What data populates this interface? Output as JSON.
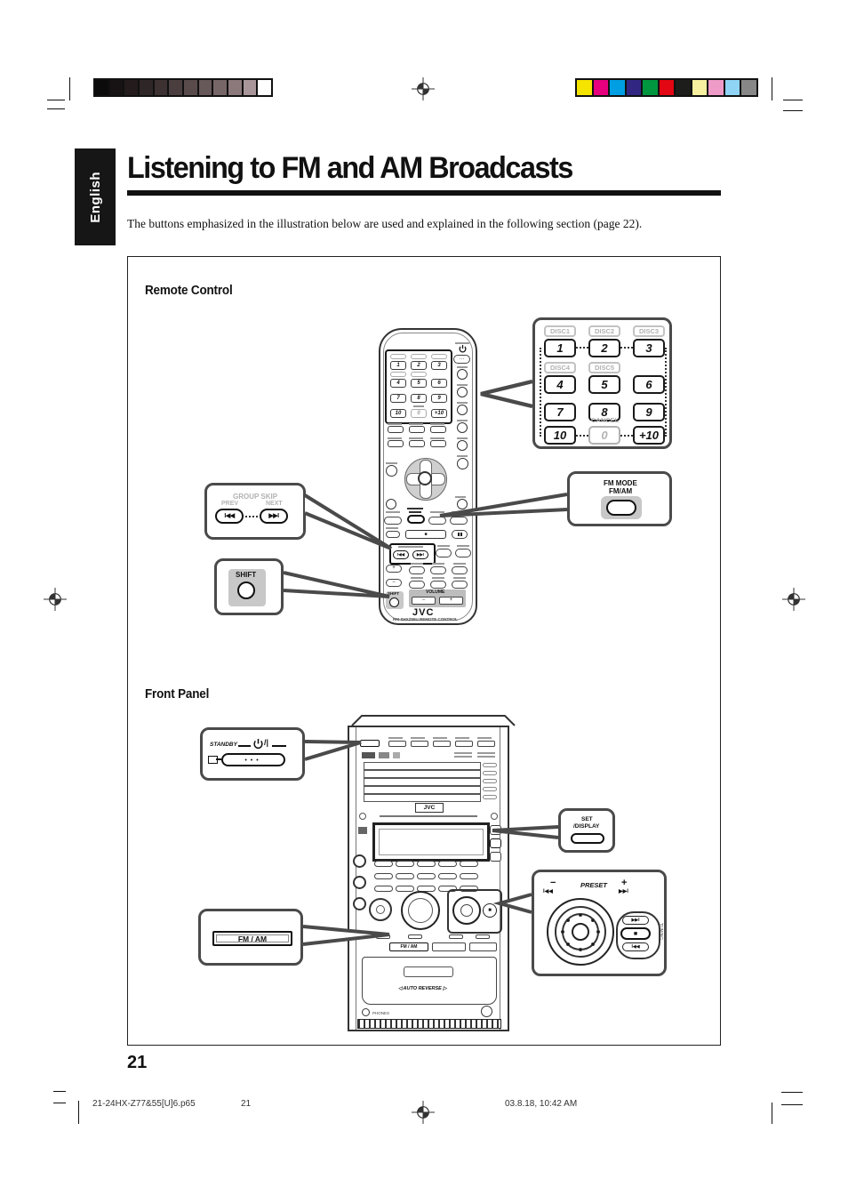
{
  "calibration": {
    "gray_steps": [
      "#0b0b0b",
      "#171213",
      "#231b1c",
      "#2f2627",
      "#3d3132",
      "#4b3e3f",
      "#594b4c",
      "#675859",
      "#776668",
      "#8b797b",
      "#a8969a",
      "#fefefe"
    ],
    "color_steps": [
      "#f5e400",
      "#e6007e",
      "#009fe3",
      "#312783",
      "#009640",
      "#e30613",
      "#1d1d1b",
      "#f6f0a0",
      "#ef9bc8",
      "#8fd4f5",
      "#878787"
    ]
  },
  "sidebar": {
    "language": "English"
  },
  "header": {
    "title": "Listening to FM and AM Broadcasts",
    "intro": "The buttons emphasized in the illustration below are used and explained in the following section (page 22)."
  },
  "figure": {
    "remote_label": "Remote Control",
    "front_label": "Front Panel",
    "keypad_callout": {
      "cancel_label": "CANCEL",
      "rows": [
        [
          {
            "tag": "DISC1",
            "key": "1"
          },
          {
            "tag": "DISC2",
            "key": "2"
          },
          {
            "tag": "DISC3",
            "key": "3"
          }
        ],
        [
          {
            "tag": "DISC4",
            "key": "4"
          },
          {
            "tag": "DISC5",
            "key": "5"
          },
          {
            "tag": "",
            "key": "6"
          }
        ],
        [
          {
            "tag": "",
            "key": "7"
          },
          {
            "tag": "",
            "key": "8"
          },
          {
            "tag": "",
            "key": "9"
          }
        ],
        [
          {
            "tag": "",
            "key": "10"
          },
          {
            "tag": "CANCEL",
            "key": "0"
          },
          {
            "tag": "",
            "key": "+10"
          }
        ]
      ]
    },
    "fm_mode_callout": {
      "line1": "FM MODE",
      "line2": "FM/AM"
    },
    "group_skip_callout": {
      "title": "GROUP SKIP",
      "prev": "PREV",
      "next": "NEXT",
      "prev_glyph": "I◀◀",
      "next_glyph": "▶▶I"
    },
    "shift_callout": {
      "label": "SHIFT"
    },
    "standby_callout": {
      "label": "STANDBY"
    },
    "set_display_callout": {
      "line1": "SET",
      "line2": "/DISPLAY"
    },
    "preset_callout": {
      "label": "PRESET",
      "minus": "−",
      "plus": "+",
      "minus_glyph": "I◀◀",
      "plus_glyph": "▶▶I",
      "stop_glyph": "■",
      "tuning": "TUNING"
    },
    "fm_am_callout": {
      "label": "FM / AM"
    },
    "remote": {
      "brand": "JVC",
      "model": "RM-SHXZ55U REMOTE CONTROL",
      "volume": "VOLUME",
      "minus": "−",
      "plus": "+",
      "stop_glyph": "■"
    },
    "front": {
      "brand": "JVC",
      "auto_reverse": "◁ AUTO REVERSE ▷",
      "phones": "PHONES"
    }
  },
  "footer": {
    "page_number": "21",
    "file": "21-24HX-Z77&55[U]6.p65",
    "page": "21",
    "timestamp": "03.8.18, 10:42 AM"
  }
}
